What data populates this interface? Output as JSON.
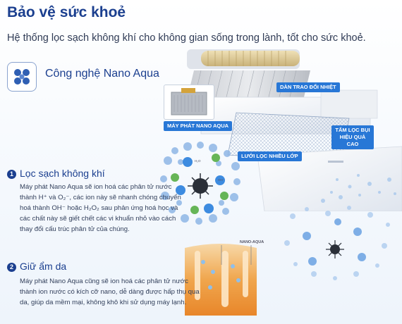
{
  "header": {
    "title": "Bảo vệ sức khoẻ",
    "subtitle": "Hệ thống lọc sạch không khí cho không gian sống trong lành, tốt cho sức khoẻ."
  },
  "technology": {
    "icon": "molecule-icon",
    "title": "Công nghệ Nano Aqua"
  },
  "diagram_labels": {
    "heat_exchanger": "DÀN TRAO ĐỔI NHIỆT",
    "nano_generator": "MÁY PHÁT NANO AQUA",
    "dust_filter": "TẤM LỌC BỤI HIỆU QUẢ CAO",
    "multi_filter": "LƯỚI LỌC NHIỀU LỚP",
    "nano_aqua_small": "NANO-AQUA"
  },
  "molecules": {
    "h2o": "H₂O",
    "oh": "OH⁻"
  },
  "sections": [
    {
      "number": "1",
      "title": "Lọc sạch không khí",
      "lines": [
        "Máy phát Nano Aqua sẽ ion hoá các phân tử nước",
        "thành H⁺ và O₂⁻, các ion này sẽ nhanh chóng chuyển",
        "hoá thành OH⁻ hoặc H₂O₂ sau phản ứng hoá học và",
        "các chất này sẽ giết chết các vi khuẩn nhỏ vào cách",
        "thay đổi cấu trúc phân tử của chúng."
      ]
    },
    {
      "number": "2",
      "title": "Giữ ẩm da",
      "lines": [
        "Máy phát Nano Aqua cũng sẽ ion hoá các phân tử nước",
        "thành ion nước có kích cỡ nano, dễ dàng được hấp thụ qua",
        "da, giúp da mềm mại, không khô khi sử dụng máy lạnh."
      ]
    }
  ]
}
